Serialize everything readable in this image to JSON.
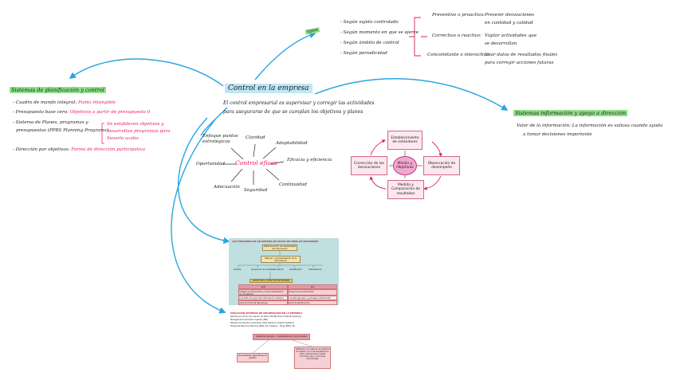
{
  "central": {
    "title": "Control en la empresa",
    "definition_1": "El control empresarial es supervisar y corregir las actividades",
    "definition_2": "para asegurarse de que se cumplan los objetivos y planes"
  },
  "tipos": {
    "tag": "tipos",
    "items": [
      "Según sujeto controlado",
      "Según momento en que se ejerce",
      "Según ámbito de control",
      "Según periodicidad"
    ],
    "kinds": [
      {
        "name": "Preventivo o proactivo:",
        "desc": [
          "Prevenir desviaciones",
          "en cantidad y calidad"
        ]
      },
      {
        "name": "Correctivo o reactivo:",
        "desc": [
          "Vigilar actividades que",
          "se desarrollan"
        ]
      },
      {
        "name": "Concomitante o interactivo:",
        "desc": [
          "Usar datos de resultados finales",
          "para corregir acciones futuras"
        ]
      }
    ]
  },
  "planificacion": {
    "title": "Sistemas de planificación y control",
    "items": [
      {
        "text": "Cuadro de mando integral:",
        "note": "Punto intangible"
      },
      {
        "text": "Presupuesto base cero:",
        "note": "Objetivos a partir de presupuesto 0"
      },
      {
        "text": "Sistema de Planes, programas y",
        "note": ""
      },
      {
        "text": "presupuestos (PPBS Planning Programs):",
        "note": "Se establecen objetivos y"
      },
      {
        "text": "",
        "note": "desarrollan programas para"
      },
      {
        "text": "",
        "note": "llevarlo acabo"
      },
      {
        "text": "Dirección por objetivos:",
        "note": "Forma de dirección participativa"
      }
    ]
  },
  "informacion": {
    "title": "Sistemas información y apoyo a dirección",
    "line1": "Valor de la información: La información es valiosa cuando ayuda",
    "line2": "a tomar decisiones importante"
  },
  "control_eficaz": {
    "center": "Control eficaz",
    "attributes": [
      "Enfoque puntos estratégicos",
      "Claridad",
      "Adaptabilidad",
      "Eficacia y eficiencia",
      "Continuidad",
      "Seguridad",
      "Adecuación",
      "Oportunidad"
    ]
  },
  "ciclo": {
    "center": "Misión y Objetivos",
    "steps": [
      "Establecimiento de estándares",
      "Observación de desempeño",
      "Medida y Comparación de resultados",
      "Corrección de las desviaciones"
    ]
  },
  "documento": {
    "header": "LAS FUNCIONES DE UN SISTEMA DE APOYO DE TOMA DE DECISIONES",
    "top_box": "Determinación de necesidades de información",
    "mid_box": "Obtener y procesamiento de la información",
    "small_boxes": [
      "Análisis",
      "Generación de modelos",
      "Simulación",
      "Identificación",
      "Interpretación"
    ],
    "yellow_bar": "APOYO EN LA TOMA DE DECISIONES",
    "table_headers": [
      "SAD",
      "SIG"
    ],
    "table_rows": [
      [
        "Integra la información y la documentación en el sistema",
        "Proporciona información"
      ],
      [
        "Los SAD son para dar información rápida y eficaz",
        "Los SIG agrupan y procesan información"
      ],
      [
        "para la toma de decisiones",
        "para la planificación"
      ]
    ],
    "evolution_title": "EVOLUCIÓN SISTEMAS DE INFORMACIÓN EN LA EMPRESA",
    "evolution_lines": [
      "Sistema de cálculo de creación de datos (DP (Electronic Data Processing))",
      "Management Information System (MIS)",
      "Sistema de Soporte a la Decisión (DSS (Decision Support System))",
      "Enterprise Resource Planning (ERP) (Ver 'Sistema' - Tengo ERP-II, III)"
    ],
    "global_box": "Sistema global + Subsistemas funcionales",
    "bottom_left": "Necesidades específicas de gestión",
    "bottom_right": "Software con base en el sistema de diseño con una arquitectura, sitio y situaciones, desde vínculos (uso) y recursos funcionales"
  }
}
